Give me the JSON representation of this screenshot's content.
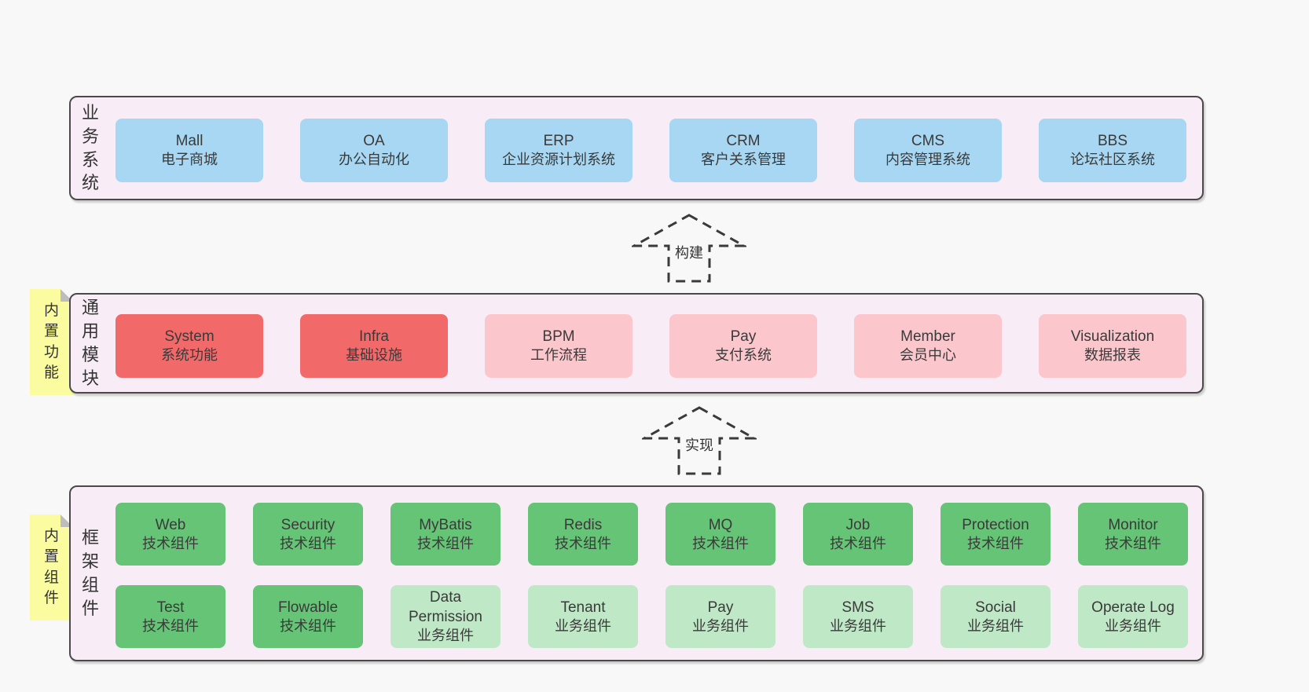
{
  "colors": {
    "page_bg": "#f8f8f8",
    "band_bg": "#f8edf6",
    "band_border": "#4a4a4a",
    "node_blue": "#a7d7f2",
    "node_red": "#f2696a",
    "node_pink": "#fcc6cd",
    "node_green": "#66c476",
    "node_light_green": "#bfe8c6",
    "sticky_yellow": "#fbfb9f",
    "text": "#3a3a3a"
  },
  "stickies": {
    "builtin_features": "内置功能",
    "builtin_components": "内置组件"
  },
  "arrows": {
    "build": "构建",
    "implement": "实现"
  },
  "bands": {
    "business": {
      "label": "业务系统",
      "boxes": [
        {
          "title": "Mall",
          "subtitle": "电子商城",
          "variant": "blue"
        },
        {
          "title": "OA",
          "subtitle": "办公自动化",
          "variant": "blue"
        },
        {
          "title": "ERP",
          "subtitle": "企业资源计划系统",
          "variant": "blue"
        },
        {
          "title": "CRM",
          "subtitle": "客户关系管理",
          "variant": "blue"
        },
        {
          "title": "CMS",
          "subtitle": "内容管理系统",
          "variant": "blue"
        },
        {
          "title": "BBS",
          "subtitle": "论坛社区系统",
          "variant": "blue"
        }
      ]
    },
    "modules": {
      "label": "通用模块",
      "boxes": [
        {
          "title": "System",
          "subtitle": "系统功能",
          "variant": "red"
        },
        {
          "title": "Infra",
          "subtitle": "基础设施",
          "variant": "red"
        },
        {
          "title": "BPM",
          "subtitle": "工作流程",
          "variant": "pink"
        },
        {
          "title": "Pay",
          "subtitle": "支付系统",
          "variant": "pink"
        },
        {
          "title": "Member",
          "subtitle": "会员中心",
          "variant": "pink"
        },
        {
          "title": "Visualization",
          "subtitle": "数据报表",
          "variant": "pink"
        }
      ]
    },
    "framework": {
      "label": "框架组件",
      "rows": [
        [
          {
            "title": "Web",
            "subtitle": "技术组件",
            "variant": "green"
          },
          {
            "title": "Security",
            "subtitle": "技术组件",
            "variant": "green"
          },
          {
            "title": "MyBatis",
            "subtitle": "技术组件",
            "variant": "green"
          },
          {
            "title": "Redis",
            "subtitle": "技术组件",
            "variant": "green"
          },
          {
            "title": "MQ",
            "subtitle": "技术组件",
            "variant": "green"
          },
          {
            "title": "Job",
            "subtitle": "技术组件",
            "variant": "green"
          },
          {
            "title": "Protection",
            "subtitle": "技术组件",
            "variant": "green"
          },
          {
            "title": "Monitor",
            "subtitle": "技术组件",
            "variant": "green"
          }
        ],
        [
          {
            "title": "Test",
            "subtitle": "技术组件",
            "variant": "green"
          },
          {
            "title": "Flowable",
            "subtitle": "技术组件",
            "variant": "green"
          },
          {
            "title": "Data Permission",
            "subtitle": "业务组件",
            "variant": "light_green"
          },
          {
            "title": "Tenant",
            "subtitle": "业务组件",
            "variant": "light_green"
          },
          {
            "title": "Pay",
            "subtitle": "业务组件",
            "variant": "light_green"
          },
          {
            "title": "SMS",
            "subtitle": "业务组件",
            "variant": "light_green"
          },
          {
            "title": "Social",
            "subtitle": "业务组件",
            "variant": "light_green"
          },
          {
            "title": "Operate Log",
            "subtitle": "业务组件",
            "variant": "light_green"
          }
        ]
      ]
    }
  }
}
